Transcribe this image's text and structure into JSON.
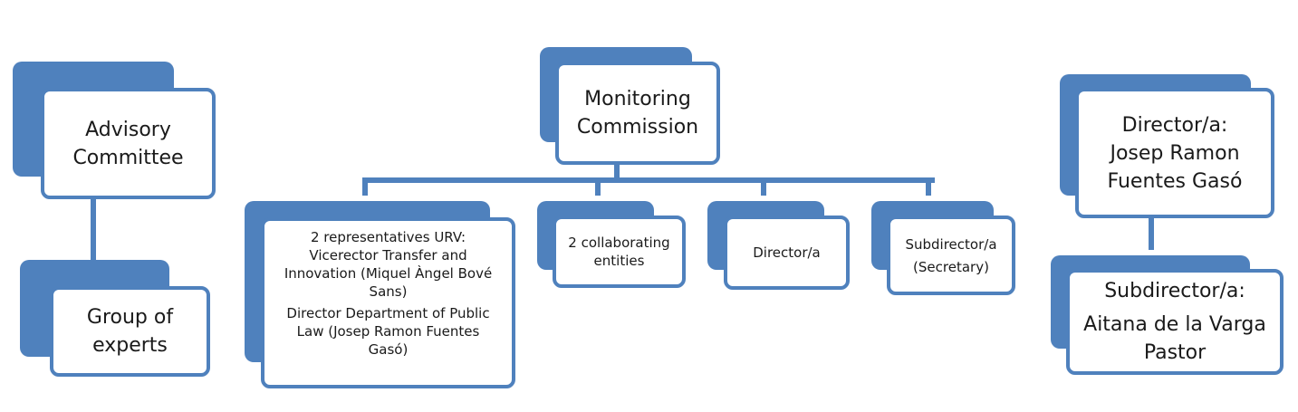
{
  "boxes": {
    "advisory": {
      "lines": [
        "Advisory",
        "Committee"
      ]
    },
    "experts": {
      "lines": [
        "Group of",
        "experts"
      ]
    },
    "monitoring": {
      "lines": [
        "Monitoring",
        "Commission"
      ]
    },
    "representatives": {
      "lines": [
        "2 representatives URV:",
        "Vicerector Transfer and",
        "Innovation (Miquel Àngel Bové",
        "Sans)",
        "Director Department of Public",
        "Law (Josep Ramon Fuentes",
        "Gasó)"
      ]
    },
    "collaborating": {
      "lines": [
        "2 collaborating",
        "entities"
      ]
    },
    "director_member": {
      "lines": [
        "Director/a"
      ]
    },
    "subdirector_member": {
      "lines": [
        "Subdirector/a",
        "(Secretary)"
      ]
    },
    "director": {
      "lines": [
        "Director/a:",
        "Josep Ramon",
        "Fuentes Gasó"
      ]
    },
    "subdirector": {
      "lines": [
        "Subdirector/a:",
        "Aitana de la Varga",
        "Pastor"
      ]
    }
  },
  "colors": {
    "accent": "#4f81bd",
    "card_bg": "#ffffff"
  }
}
